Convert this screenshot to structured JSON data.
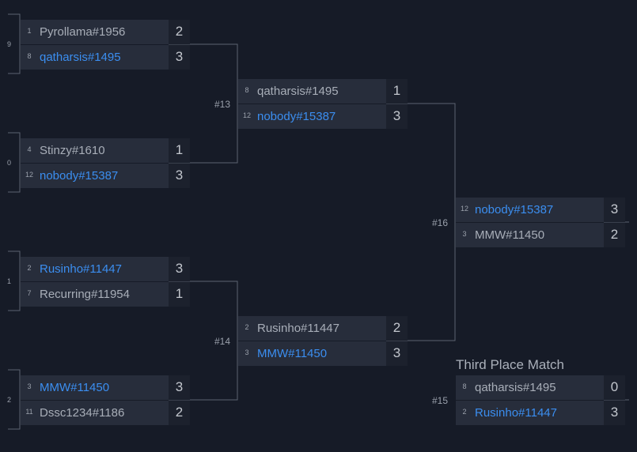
{
  "bracket": {
    "round1": [
      {
        "number": "",
        "players": [
          {
            "seed": "1",
            "name": "Pyrollama#1956",
            "score": "2",
            "winner": false
          },
          {
            "seed": "8",
            "name": "qatharsis#1495",
            "score": "3",
            "winner": true
          }
        ]
      },
      {
        "number": "",
        "players": [
          {
            "seed": "4",
            "name": "Stinzy#1610",
            "score": "1",
            "winner": false
          },
          {
            "seed": "12",
            "name": "nobody#15387",
            "score": "3",
            "winner": true
          }
        ]
      },
      {
        "number": "",
        "players": [
          {
            "seed": "2",
            "name": "Rusinho#11447",
            "score": "3",
            "winner": true
          },
          {
            "seed": "7",
            "name": "Recurring#11954",
            "score": "1",
            "winner": false
          }
        ]
      },
      {
        "number": "",
        "players": [
          {
            "seed": "3",
            "name": "MMW#11450",
            "score": "3",
            "winner": true
          },
          {
            "seed": "11",
            "name": "Dssc1234#1186",
            "score": "2",
            "winner": false
          }
        ]
      }
    ],
    "round2": [
      {
        "number": "#13",
        "players": [
          {
            "seed": "8",
            "name": "qatharsis#1495",
            "score": "1",
            "winner": false
          },
          {
            "seed": "12",
            "name": "nobody#15387",
            "score": "3",
            "winner": true
          }
        ]
      },
      {
        "number": "#14",
        "players": [
          {
            "seed": "2",
            "name": "Rusinho#11447",
            "score": "2",
            "winner": false
          },
          {
            "seed": "3",
            "name": "MMW#11450",
            "score": "3",
            "winner": true
          }
        ]
      }
    ],
    "final": {
      "number": "#16",
      "players": [
        {
          "seed": "12",
          "name": "nobody#15387",
          "score": "3",
          "winner": true
        },
        {
          "seed": "3",
          "name": "MMW#11450",
          "score": "2",
          "winner": false
        }
      ]
    },
    "third_place": {
      "title": "Third Place Match",
      "number": "#15",
      "players": [
        {
          "seed": "8",
          "name": "qatharsis#1495",
          "score": "0",
          "winner": false
        },
        {
          "seed": "2",
          "name": "Rusinho#11447",
          "score": "3",
          "winner": true
        }
      ]
    },
    "left_edge_labels": [
      "9",
      "0",
      "1",
      "2"
    ]
  },
  "colors": {
    "background": "#161b27",
    "name_bg": "#272d3b",
    "score_bg": "#1c212d",
    "winner_text": "#3b8ef0",
    "loser_text": "#a8aeb8",
    "connector": "#5c6370"
  }
}
